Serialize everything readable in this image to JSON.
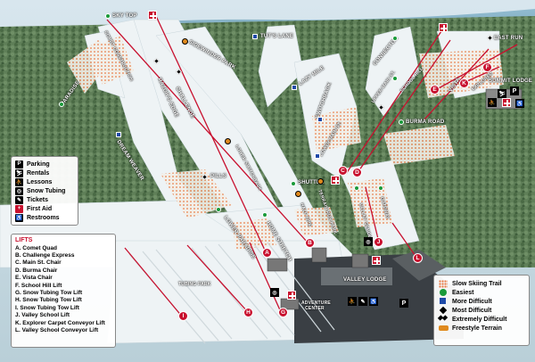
{
  "legend": {
    "services": [
      {
        "icon": "parking-icon",
        "glyph": "P",
        "label": "Parking"
      },
      {
        "icon": "rentals-icon",
        "glyph": "⛷",
        "label": "Rentals"
      },
      {
        "icon": "lessons-icon",
        "glyph": "⛹",
        "label": "Lessons"
      },
      {
        "icon": "snow-tubing-icon",
        "glyph": "◎",
        "label": "Snow Tubing"
      },
      {
        "icon": "tickets-icon",
        "glyph": "✎",
        "label": "Tickets"
      },
      {
        "icon": "first-aid-icon",
        "glyph": "+",
        "label": "First Aid"
      },
      {
        "icon": "restrooms-icon",
        "glyph": "♿",
        "label": "Restrooms"
      }
    ],
    "lifts_title": "LIFTS",
    "lifts": [
      "A. Comet Quad",
      "B. Challenge Express",
      "C. Main St. Chair",
      "D. Burma Chair",
      "E. Vista Chair",
      "F. School Hill Lift",
      "G. Snow Tubing Tow Lift",
      "H. Snow Tubing Tow Lift",
      "I. Snow Tubing Tow Lift",
      "J. Valley School Lift",
      "K. Explorer Carpet Conveyor Lift",
      "L. Valley School Conveyor Lift"
    ],
    "difficulty": [
      {
        "symbol": "slow-skiing-dots",
        "label": "Slow Skiing Trail"
      },
      {
        "symbol": "green-circle",
        "label": "Easiest"
      },
      {
        "symbol": "blue-square",
        "label": "More Difficult"
      },
      {
        "symbol": "black-diamond",
        "label": "Most Difficult"
      },
      {
        "symbol": "double-black-diamond",
        "label": "Extremely Difficult"
      },
      {
        "symbol": "freestyle-bar",
        "label": "Freestyle Terrain"
      }
    ]
  },
  "trails": {
    "sky_top": "SKY TOP",
    "comet_construction": "COMET CONSTRUCTION",
    "paradise": "PARADISE",
    "sidewinder_park": "SIDEWINDER PARK",
    "razors_edge": "RAZOR'S EDGE",
    "challenge": "CHALLENGE",
    "tuts_lane": "TUT'S LANE",
    "lazy_mile": "LAZY MILE",
    "dream_weaver": "DREAM WEAVER",
    "lower_switchback": "LOWER SWITCHBACK",
    "switchback": "SWITCHBACK",
    "pills": "PILLS",
    "connector": "CONNECTOR",
    "east_run": "EAST RUN",
    "upper_main_st": "UPPER MAIN ST.",
    "lower_main_st": "LOWER MAIN ST.",
    "school_hill": "SCHOOL HILL",
    "burma_road": "BURMA ROAD",
    "vista": "VISTA",
    "explorer": "EXPLORER",
    "shuttle": "SHUTTLE",
    "half_pipe": "HALF PIPE",
    "terrain_run_park": "TERRAIN RUN PARK",
    "lower_paradise": "LOWER PARADISE",
    "home_stretch": "HOME STRETCH",
    "valley_school": "VALLEY SCHOOL",
    "gateway": "GATEWAY",
    "summit_lodge": "SUMMIT LODGE",
    "valley_lodge": "VALLEY LODGE",
    "tubing_park": "TUBING PARK",
    "adventure_center": "ADVENTURE CENTER"
  },
  "lift_markers": [
    "A",
    "B",
    "C",
    "D",
    "E",
    "F",
    "G",
    "H",
    "I",
    "J",
    "K",
    "L"
  ],
  "colors": {
    "easiest": "#1a9a3a",
    "more_difficult": "#1f4aa8",
    "most_difficult": "#000000",
    "freestyle": "#e08a1e",
    "lift": "#c8102e",
    "slow_trail": "#e8743b"
  }
}
